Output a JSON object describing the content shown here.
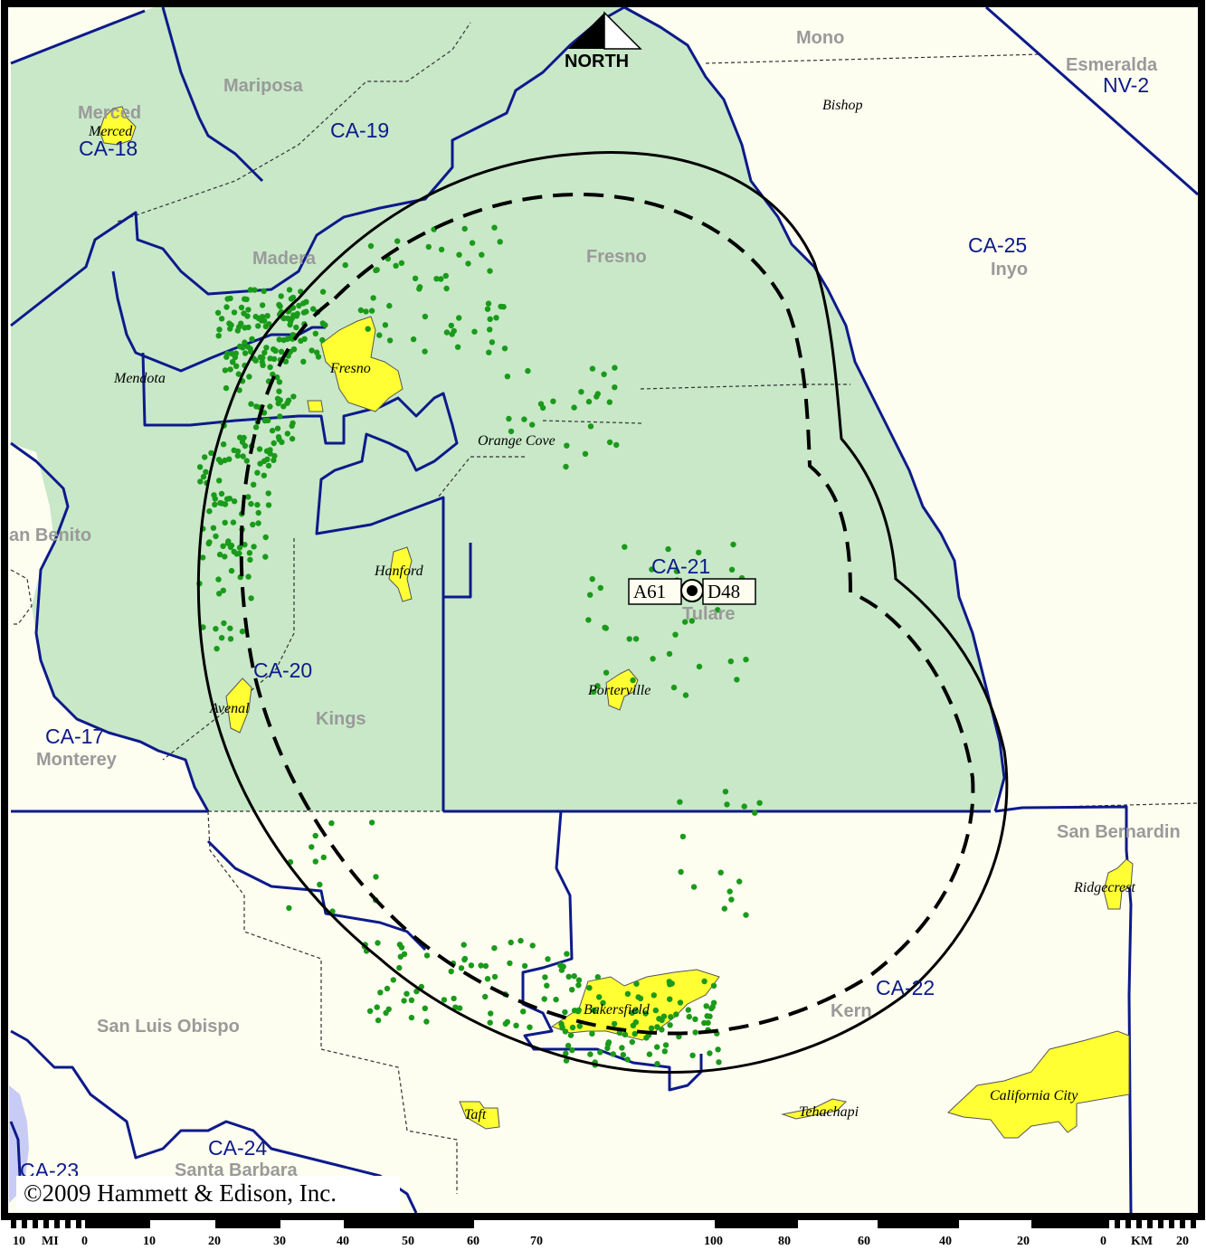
{
  "map": {
    "north_label": "NORTH",
    "copyright": "©2009 Hammett & Edison, Inc.",
    "stations": {
      "left": "A61",
      "right": "D48"
    },
    "colors": {
      "land": "#fdfdf0",
      "coverage": "#c8e8c8",
      "district_line": "#0d1a8a",
      "city": "#ffff33",
      "dots": "#1a9a1a",
      "water": "#c8ccf4"
    },
    "counties": [
      {
        "id": "mono",
        "label": "Mono"
      },
      {
        "id": "esmeralda",
        "label": "Esmeralda"
      },
      {
        "id": "mariposa",
        "label": "Mariposa"
      },
      {
        "id": "merced",
        "label": "Merced"
      },
      {
        "id": "madera",
        "label": "Madera"
      },
      {
        "id": "fresno",
        "label": "Fresno"
      },
      {
        "id": "inyo",
        "label": "Inyo"
      },
      {
        "id": "san-benito",
        "label": "an Benito"
      },
      {
        "id": "tulare",
        "label": "Tulare"
      },
      {
        "id": "kings",
        "label": "Kings"
      },
      {
        "id": "monterey",
        "label": "Monterey"
      },
      {
        "id": "san-bernardino",
        "label": "San Bernardin"
      },
      {
        "id": "kern",
        "label": "Kern"
      },
      {
        "id": "san-luis-obispo",
        "label": "San Luis Obispo"
      },
      {
        "id": "santa-barbara",
        "label": "Santa Barbara"
      }
    ],
    "districts": [
      {
        "id": "nv-2",
        "label": "NV-2"
      },
      {
        "id": "ca-18",
        "label": "CA-18"
      },
      {
        "id": "ca-19",
        "label": "CA-19"
      },
      {
        "id": "ca-25",
        "label": "CA-25"
      },
      {
        "id": "ca-21",
        "label": "CA-21"
      },
      {
        "id": "ca-20",
        "label": "CA-20"
      },
      {
        "id": "ca-17",
        "label": "CA-17"
      },
      {
        "id": "ca-22",
        "label": "CA-22"
      },
      {
        "id": "ca-24",
        "label": "CA-24"
      },
      {
        "id": "ca-23",
        "label": "CA-23"
      }
    ],
    "cities": [
      {
        "id": "bishop",
        "label": "Bishop"
      },
      {
        "id": "merced",
        "label": "Merced"
      },
      {
        "id": "mendota",
        "label": "Mendota"
      },
      {
        "id": "fresno",
        "label": "Fresno"
      },
      {
        "id": "orange-cove",
        "label": "Orange Cove"
      },
      {
        "id": "hanford",
        "label": "Hanford"
      },
      {
        "id": "porterville",
        "label": "Porterville"
      },
      {
        "id": "avenal",
        "label": "Avenal"
      },
      {
        "id": "ridgecrest",
        "label": "Ridgecrest"
      },
      {
        "id": "bakersfield",
        "label": "Bakersfield"
      },
      {
        "id": "taft",
        "label": "Taft"
      },
      {
        "id": "tehachapi",
        "label": "Tehachapi"
      },
      {
        "id": "california-city",
        "label": "California City"
      }
    ],
    "scale": {
      "mi_unit": "MI",
      "km_unit": "KM",
      "mi_ticks": [
        "10",
        "0",
        "10",
        "20",
        "30",
        "40",
        "50",
        "60",
        "70"
      ],
      "km_ticks": [
        "100",
        "80",
        "60",
        "40",
        "20",
        "0",
        "20"
      ]
    }
  }
}
